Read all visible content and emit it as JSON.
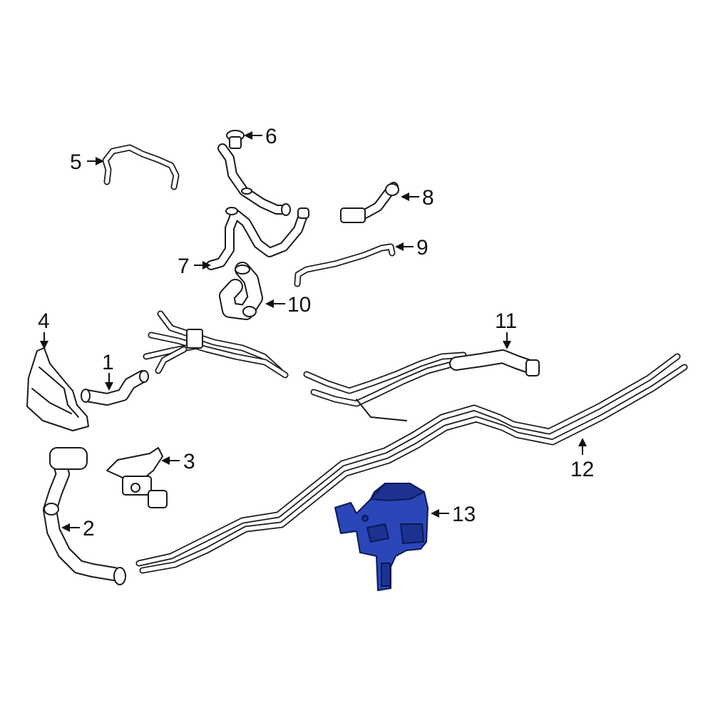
{
  "colors": {
    "line": "#1a1a1a",
    "highlight": "#2a46b8",
    "highlight_dark": "#1d3290",
    "background": "#ffffff"
  },
  "callouts": {
    "c1": "1",
    "c2": "2",
    "c3": "3",
    "c4": "4",
    "c5": "5",
    "c6": "6",
    "c7": "7",
    "c8": "8",
    "c9": "9",
    "c10": "10",
    "c11": "11",
    "c12": "12",
    "c13": "13"
  },
  "highlighted_part": "13"
}
